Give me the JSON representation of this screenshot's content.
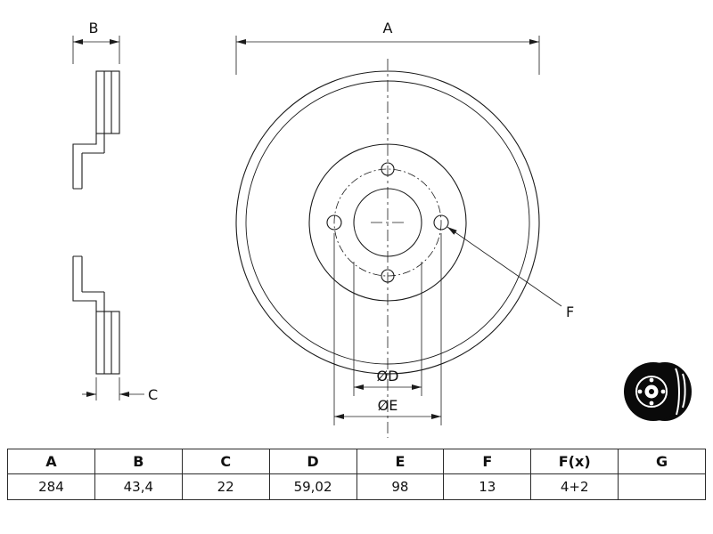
{
  "colors": {
    "line": "#1b1b1b",
    "background": "#ffffff"
  },
  "drawing": {
    "labels": {
      "a": "A",
      "b": "B",
      "c": "C",
      "f": "F",
      "d": "ØD",
      "e": "ØE"
    }
  },
  "table": {
    "headers": [
      "A",
      "B",
      "C",
      "D",
      "E",
      "F",
      "F(x)",
      "G"
    ],
    "values": [
      "284",
      "43,4",
      "22",
      "59,02",
      "98",
      "13",
      "4+2",
      ""
    ]
  }
}
